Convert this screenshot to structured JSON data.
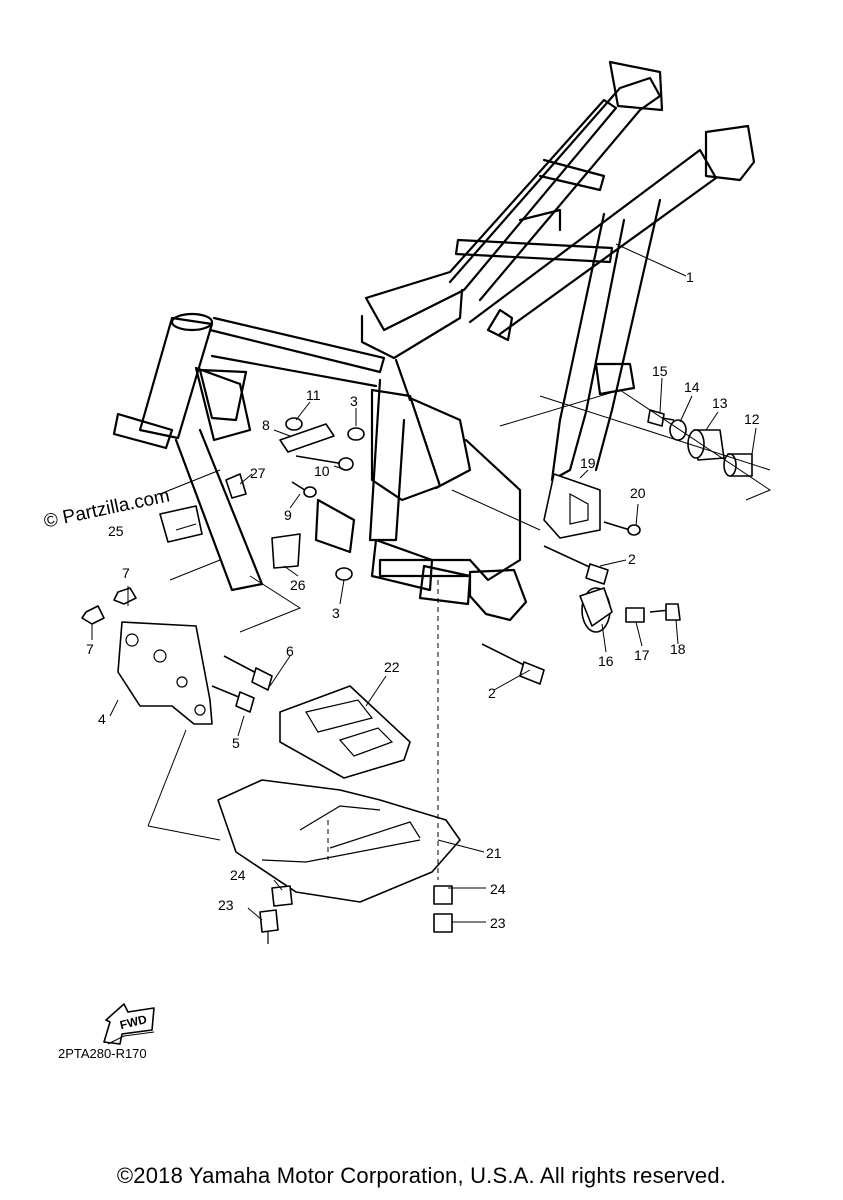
{
  "watermark": "© Partzilla.com",
  "diagram_code": "2PTA280-R170",
  "copyright": "©2018 Yamaha Motor Corporation, U.S.A. All rights reserved.",
  "fwd_label": "FWD",
  "callouts": {
    "c1": "1",
    "c2a": "2",
    "c2b": "2",
    "c3a": "3",
    "c3b": "3",
    "c4": "4",
    "c5": "5",
    "c6": "6",
    "c7a": "7",
    "c7b": "7",
    "c8": "8",
    "c9": "9",
    "c10": "10",
    "c11": "11",
    "c12": "12",
    "c13": "13",
    "c14": "14",
    "c15": "15",
    "c16": "16",
    "c17": "17",
    "c18": "18",
    "c19": "19",
    "c20": "20",
    "c21": "21",
    "c22": "22",
    "c23a": "23",
    "c23b": "23",
    "c24a": "24",
    "c24b": "24",
    "c25": "25",
    "c26": "26",
    "c27": "27"
  }
}
